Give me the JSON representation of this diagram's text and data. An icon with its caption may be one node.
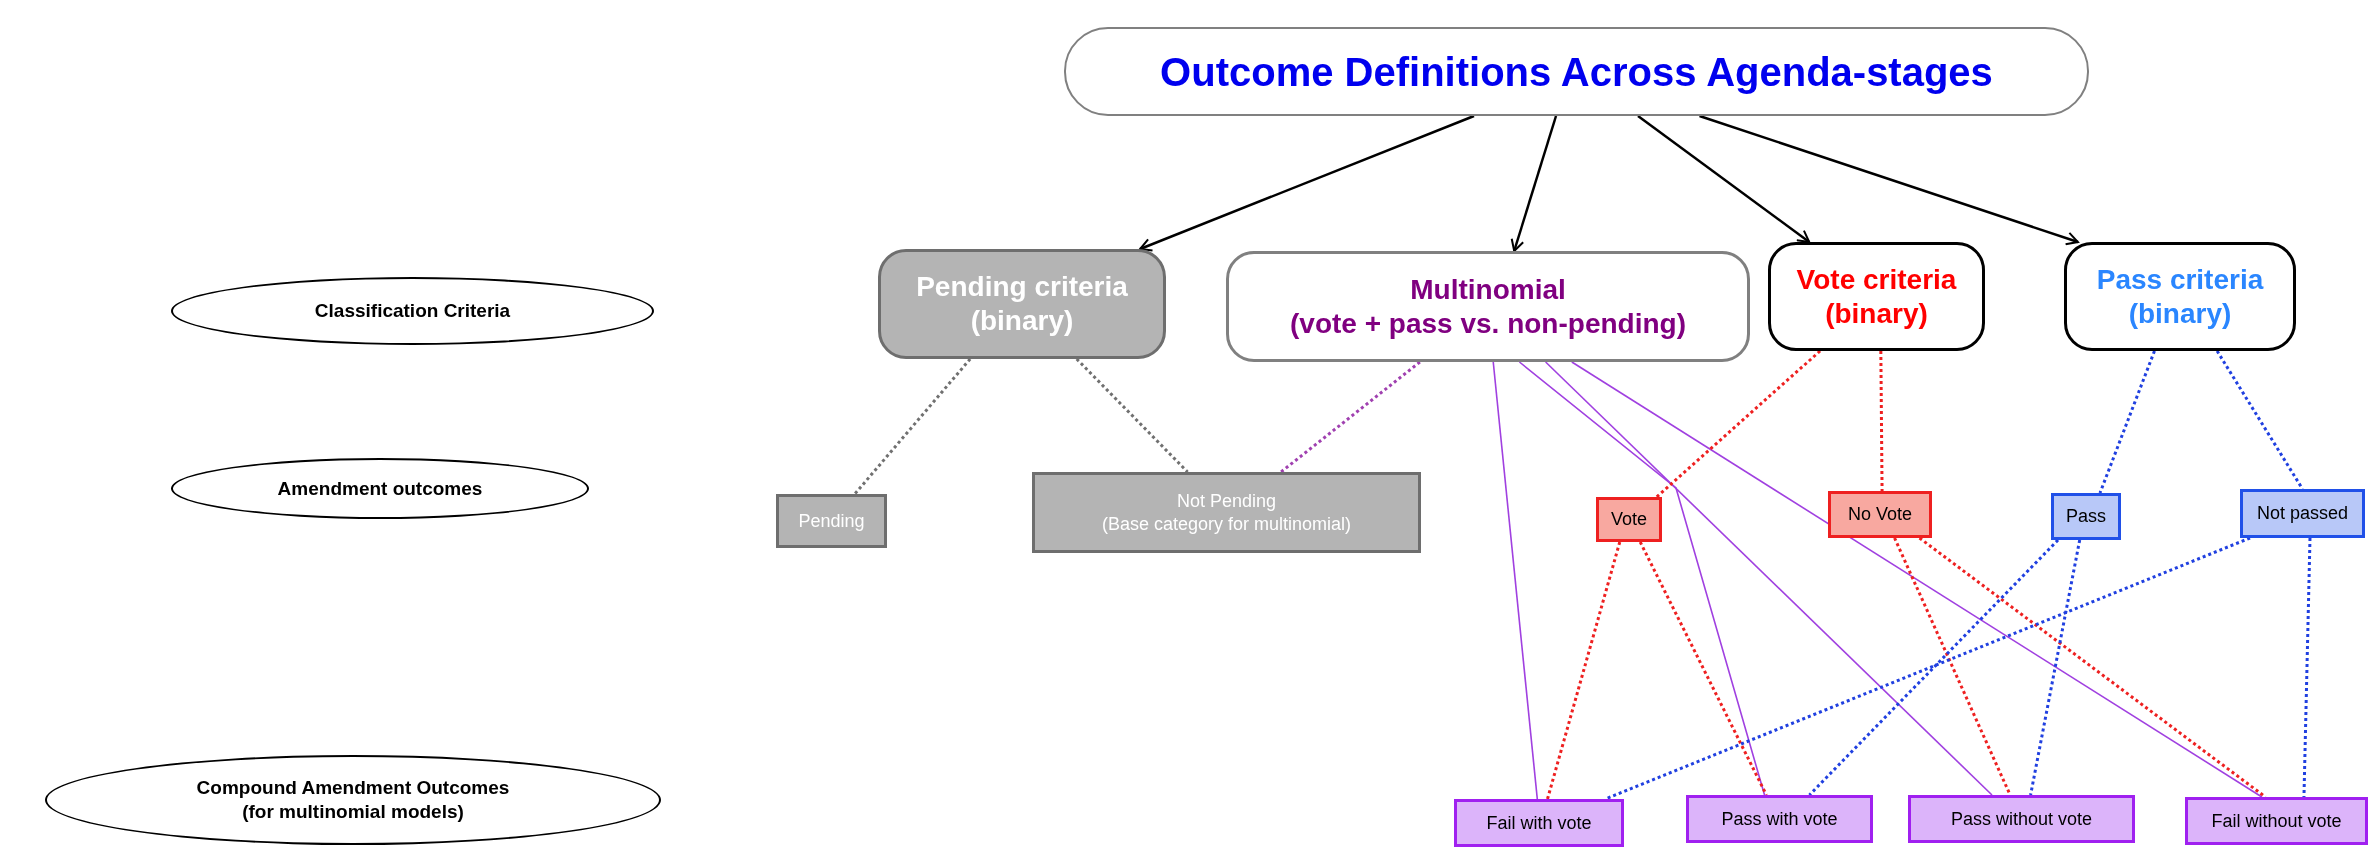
{
  "diagram": {
    "nodes": [
      {
        "text": [
          "Outcome Definitions Across Agenda-stages"
        ]
      },
      {
        "text": [
          "Classification Criteria"
        ]
      },
      {
        "text": [
          "Pending criteria",
          "(binary)"
        ]
      },
      {
        "text": [
          "Multinomial",
          "(vote + pass vs. non-pending)"
        ]
      },
      {
        "text": [
          "Vote criteria",
          "(binary)"
        ]
      },
      {
        "text": [
          "Pass criteria",
          "(binary)"
        ]
      },
      {
        "text": [
          "Amendment outcomes"
        ]
      },
      {
        "text": [
          "Pending"
        ]
      },
      {
        "text": [
          "Not Pending",
          "(Base category for multinomial)"
        ]
      },
      {
        "text": [
          "Vote"
        ]
      },
      {
        "text": [
          "No Vote"
        ]
      },
      {
        "text": [
          "Pass"
        ]
      },
      {
        "text": [
          "Not passed"
        ]
      },
      {
        "text": [
          "Compound Amendment Outcomes",
          "(for multinomial models)"
        ]
      },
      {
        "text": [
          "Fail with vote"
        ]
      },
      {
        "text": [
          "Pass with vote"
        ]
      },
      {
        "text": [
          "Pass without vote"
        ]
      },
      {
        "text": [
          "Fail without vote"
        ]
      }
    ],
    "edges": [
      {
        "from": 0,
        "to": 2,
        "arrow": "to",
        "color": "#000000"
      },
      {
        "from": 0,
        "to": 3,
        "arrow": "to",
        "color": "#000000"
      },
      {
        "from": 0,
        "to": 4,
        "arrow": "to",
        "color": "#000000"
      },
      {
        "from": 0,
        "to": 5,
        "arrow": "to",
        "color": "#000000"
      },
      {
        "from": 2,
        "to": 7,
        "arrow": "none",
        "style": "dashed",
        "color": "#707070"
      },
      {
        "from": 2,
        "to": 8,
        "arrow": "none",
        "style": "dashed",
        "color": "#707070"
      },
      {
        "from": 3,
        "to": 8,
        "arrow": "none",
        "style": "dashed",
        "color": "#a040b0"
      },
      {
        "from": 3,
        "to": 14,
        "arrow": "none",
        "color": "#a040e0"
      },
      {
        "from": 3,
        "to": 15,
        "arrow": "none",
        "color": "#a040e0"
      },
      {
        "from": 3,
        "to": 16,
        "arrow": "none",
        "color": "#a040e0"
      },
      {
        "from": 3,
        "to": 17,
        "arrow": "none",
        "color": "#a040e0"
      },
      {
        "from": 4,
        "to": 9,
        "arrow": "none",
        "style": "dashed",
        "color": "#ee2020"
      },
      {
        "from": 4,
        "to": 10,
        "arrow": "none",
        "style": "dashed",
        "color": "#ee2020"
      },
      {
        "from": 5,
        "to": 11,
        "arrow": "none",
        "style": "dashed",
        "color": "#2040e0"
      },
      {
        "from": 5,
        "to": 12,
        "arrow": "none",
        "style": "dashed",
        "color": "#2040e0"
      },
      {
        "from": 9,
        "to": 14,
        "arrow": "none",
        "style": "dashed",
        "color": "#ee2020"
      },
      {
        "from": 9,
        "to": 15,
        "arrow": "none",
        "style": "dashed",
        "color": "#ee2020"
      },
      {
        "from": 10,
        "to": 16,
        "arrow": "none",
        "style": "dashed",
        "color": "#ee2020"
      },
      {
        "from": 10,
        "to": 17,
        "arrow": "none",
        "style": "dashed",
        "color": "#ee2020"
      },
      {
        "from": 11,
        "to": 15,
        "arrow": "none",
        "style": "dashed",
        "color": "#2040e0"
      },
      {
        "from": 11,
        "to": 16,
        "arrow": "none",
        "style": "dashed",
        "color": "#2040e0"
      },
      {
        "from": 12,
        "to": 14,
        "arrow": "none",
        "style": "dashed",
        "color": "#2040e0"
      },
      {
        "from": 12,
        "to": 17,
        "arrow": "none",
        "style": "dashed",
        "color": "#2040e0"
      }
    ]
  }
}
